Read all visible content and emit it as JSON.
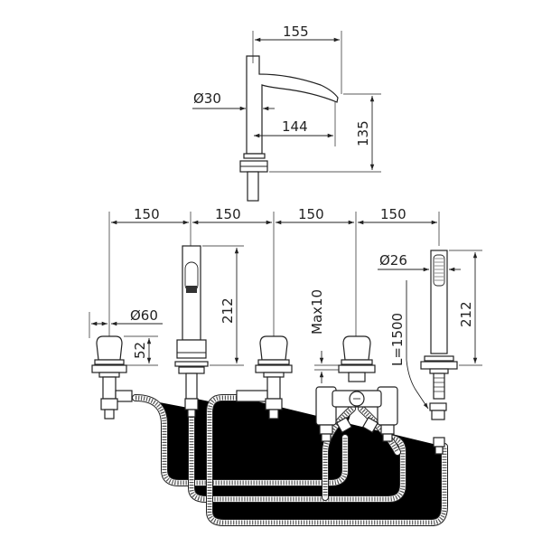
{
  "dimensions": {
    "spout_width": "155",
    "spout_diameter": "Ø30",
    "spout_reach": "144",
    "spout_height": "135",
    "spacing_1": "150",
    "spacing_2": "150",
    "spacing_3": "150",
    "spacing_4": "150",
    "handle_diameter": "Ø60",
    "handle_height": "52",
    "body_height": "212",
    "max_depth": "Max10",
    "hose_length": "L=1500",
    "handshower_diameter": "Ø26",
    "handshower_height": "212"
  }
}
